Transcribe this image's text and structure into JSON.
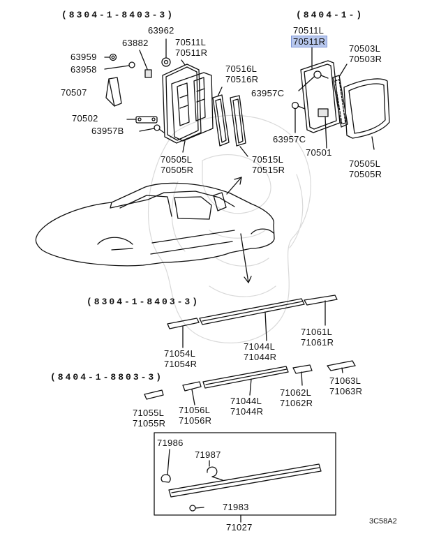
{
  "highlighted_part": "70511R",
  "diagram_code": "3C58A2",
  "ranges": {
    "top_left": "(8304-1-8403-3)",
    "top_right": "(8404-1-)",
    "mid_left": "(8304-1-8403-3)",
    "mid_lower": "(8404-1-8803-3)"
  },
  "callouts": {
    "p63962": "63962",
    "p70511_lr_left": [
      "70511L",
      "70511R"
    ],
    "p63882": "63882",
    "p63959": "63959",
    "p63958": "63958",
    "p70507": "70507",
    "p70516": [
      "70516L",
      "70516R"
    ],
    "p70502": "70502",
    "p63957b": "63957B",
    "p70505_left": [
      "70505L",
      "70505R"
    ],
    "p70515": [
      "70515L",
      "70515R"
    ],
    "p70511l_right": "70511L",
    "p70511r_right": "70511R",
    "p70503": [
      "70503L",
      "70503R"
    ],
    "p63957c_upper": "63957C",
    "p63957c_lower": "63957C",
    "p70501": "70501",
    "p70505_right": [
      "70505L",
      "70505R"
    ],
    "p71061": [
      "71061L",
      "71061R"
    ],
    "p71054": [
      "71054L",
      "71054R"
    ],
    "p71044_upper": [
      "71044L",
      "71044R"
    ],
    "p71055": [
      "71055L",
      "71055R"
    ],
    "p71056": [
      "71056L",
      "71056R"
    ],
    "p71044_lower": [
      "71044L",
      "71044R"
    ],
    "p71062": [
      "71062L",
      "71062R"
    ],
    "p71063": [
      "71063L",
      "71063R"
    ],
    "p71986": "71986",
    "p71987": "71987",
    "p71983": "71983",
    "p71027": "71027"
  }
}
